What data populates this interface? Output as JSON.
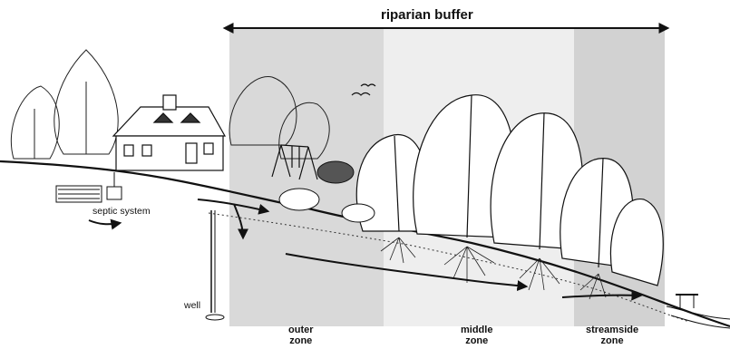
{
  "diagram": {
    "title": "riparian buffer",
    "labels": {
      "septic": "septic system",
      "well": "well"
    },
    "zones": [
      {
        "line1": "outer",
        "line2": "zone"
      },
      {
        "line1": "middle",
        "line2": "zone"
      },
      {
        "line1": "streamside",
        "line2": "zone"
      }
    ],
    "colors": {
      "outer_band": "#d9d9d9",
      "middle_band": "#eeeeee",
      "streamside_band": "#d2d2d2",
      "ink": "#111111"
    }
  }
}
